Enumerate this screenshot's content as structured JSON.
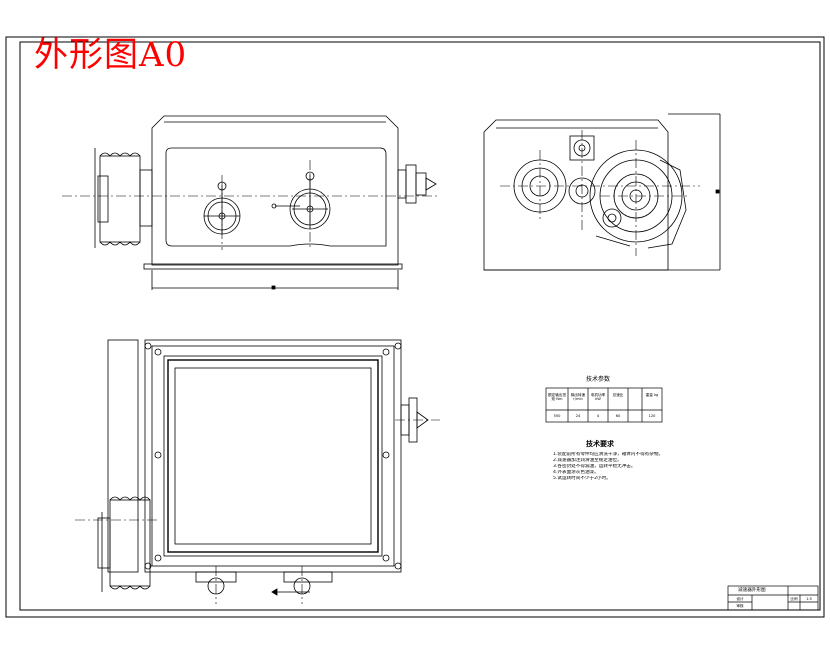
{
  "title": "外形图A0",
  "parameter_table": {
    "title": "技术参数",
    "headers": [
      "额定输出扭矩 Nm",
      "输出转速 r/min",
      "电机功率 kW",
      "总速比",
      "重量 kg"
    ],
    "values": [
      "550",
      "24",
      "4",
      "60",
      "120"
    ]
  },
  "requirements": {
    "title": "技术要求",
    "lines": [
      "1.装配前所有零件均应清洗干净，箱体内不得有杂物。",
      "2.减速器加注润滑油至规定油位。",
      "3.各密封处不得漏油，运转平稳无冲击。",
      "4.外表面涂灰色油漆。",
      "5.试运转时间不少于2小时。"
    ]
  },
  "title_block": {
    "name": "减速器外形图",
    "cells": [
      "设计",
      "审核",
      "比例",
      "1:5"
    ]
  },
  "colors": {
    "title": "#ff0000",
    "lines": "#000000"
  }
}
